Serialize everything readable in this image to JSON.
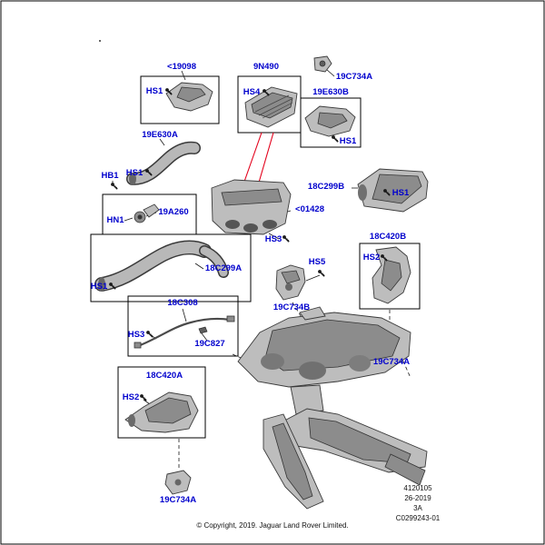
{
  "meta": {
    "copyright": "© Copyright, 2019. Jaguar Land Rover Limited.",
    "doc": {
      "number": "4120105",
      "date": "26-2019",
      "sheet": "3A",
      "drawing": "C0299243-01"
    }
  },
  "colors": {
    "label_blue": "#0000cd",
    "red_line": "#e3001b",
    "line": "#1a1a1a",
    "part_gray": "#bdbdbd"
  },
  "callouts": [
    {
      "text": "<19098"
    },
    {
      "text": "HS1"
    },
    {
      "text": "9N490"
    },
    {
      "text": "HS4"
    },
    {
      "text": "19C734A"
    },
    {
      "text": "19E630B"
    },
    {
      "text": "HS1"
    },
    {
      "text": "19E630A"
    },
    {
      "text": "HS1"
    },
    {
      "text": "HB1"
    },
    {
      "text": "HN1"
    },
    {
      "text": "19A260"
    },
    {
      "text": "18C299B"
    },
    {
      "text": "HS1"
    },
    {
      "text": "<01428"
    },
    {
      "text": "HS3"
    },
    {
      "text": "18C420B"
    },
    {
      "text": "HS2"
    },
    {
      "text": "18C299A"
    },
    {
      "text": "HS1"
    },
    {
      "text": "18C308"
    },
    {
      "text": "HS3"
    },
    {
      "text": "19C827"
    },
    {
      "text": "HS5"
    },
    {
      "text": "19C734B"
    },
    {
      "text": "19C734A"
    },
    {
      "text": "18C420A"
    },
    {
      "text": "HS2"
    },
    {
      "text": "19C734A"
    }
  ]
}
